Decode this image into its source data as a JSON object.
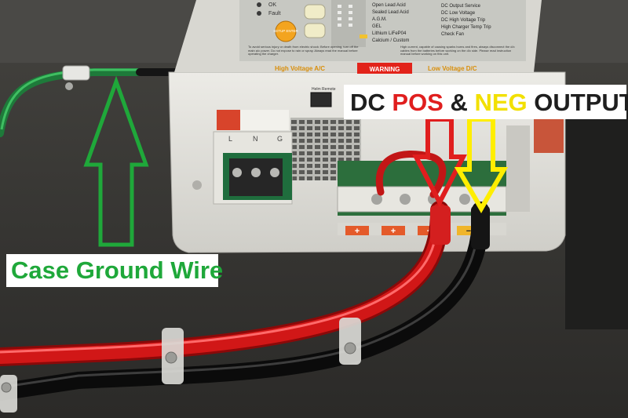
{
  "colors": {
    "ground_green": "#1fa83a",
    "pos_red": "#e01e1e",
    "neg_yellow": "#ffee00",
    "label_dark": "#1e1e1e",
    "panel_gray": "#dcdcd6"
  },
  "callouts": {
    "output_title": {
      "part1": "DC ",
      "part2": "POS",
      "part3": " & ",
      "part4": "NEG",
      "part5": " OUTPUT"
    },
    "ground_label": "Case Ground Wire"
  },
  "charger_panel": {
    "status_ok": "OK",
    "status_fault": "Fault",
    "setup_button": "SETUP\nENTER",
    "battery_types": [
      "Open Lead Acid",
      "Sealed Lead Acid",
      "A.G.M.",
      "GEL",
      "Lithium LiFeP04",
      "Calcium / Custom"
    ],
    "status_list": [
      "DC Output Service",
      "DC Low Voltage",
      "DC High Voltage Trip",
      "High Charger Temp Trip",
      "Check Fan"
    ],
    "left_notice": "To avoid serious injury or death from electric shock: Before opening, turn off the main a/c power. Do not expose to rain or spray. Always read the manual before operating the charger.",
    "right_notice": "High current, capable of causing sparks burns and fires, always disconnect the d/c cables from the batteries before working on the d/c side. Please read instruction manual before working on this unit.",
    "high_voltage": "High Voltage A/C",
    "warning": "WARNING",
    "low_voltage": "Low Voltage D/C",
    "remote_port": "Helm Remote",
    "ac_terminal_letters": [
      "L",
      "N",
      "G"
    ],
    "dc_polarity_marks": [
      "+",
      "+",
      "+",
      "−"
    ]
  }
}
